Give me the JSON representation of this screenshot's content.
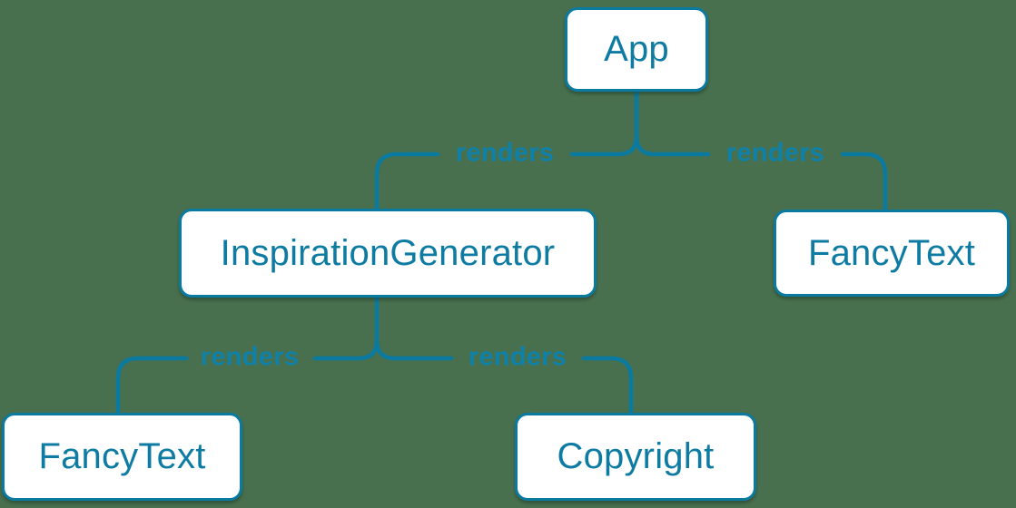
{
  "diagram": {
    "type": "component-render-tree",
    "colors": {
      "background": "#48704e",
      "accent": "#0b7aa1",
      "edge_label": "#0f81a8",
      "node_fill": "#ffffff",
      "node_text": "#0e7ba3"
    },
    "nodes": {
      "app": {
        "label": "App"
      },
      "inspiration_generator": {
        "label": "InspirationGenerator"
      },
      "fancy_text_right": {
        "label": "FancyText"
      },
      "fancy_text_left": {
        "label": "FancyText"
      },
      "copyright": {
        "label": "Copyright"
      }
    },
    "edges": [
      {
        "from": "App",
        "to": "InspirationGenerator",
        "label": "renders"
      },
      {
        "from": "App",
        "to": "FancyText",
        "label": "renders"
      },
      {
        "from": "InspirationGenerator",
        "to": "FancyText",
        "label": "renders"
      },
      {
        "from": "InspirationGenerator",
        "to": "Copyright",
        "label": "renders"
      }
    ]
  }
}
